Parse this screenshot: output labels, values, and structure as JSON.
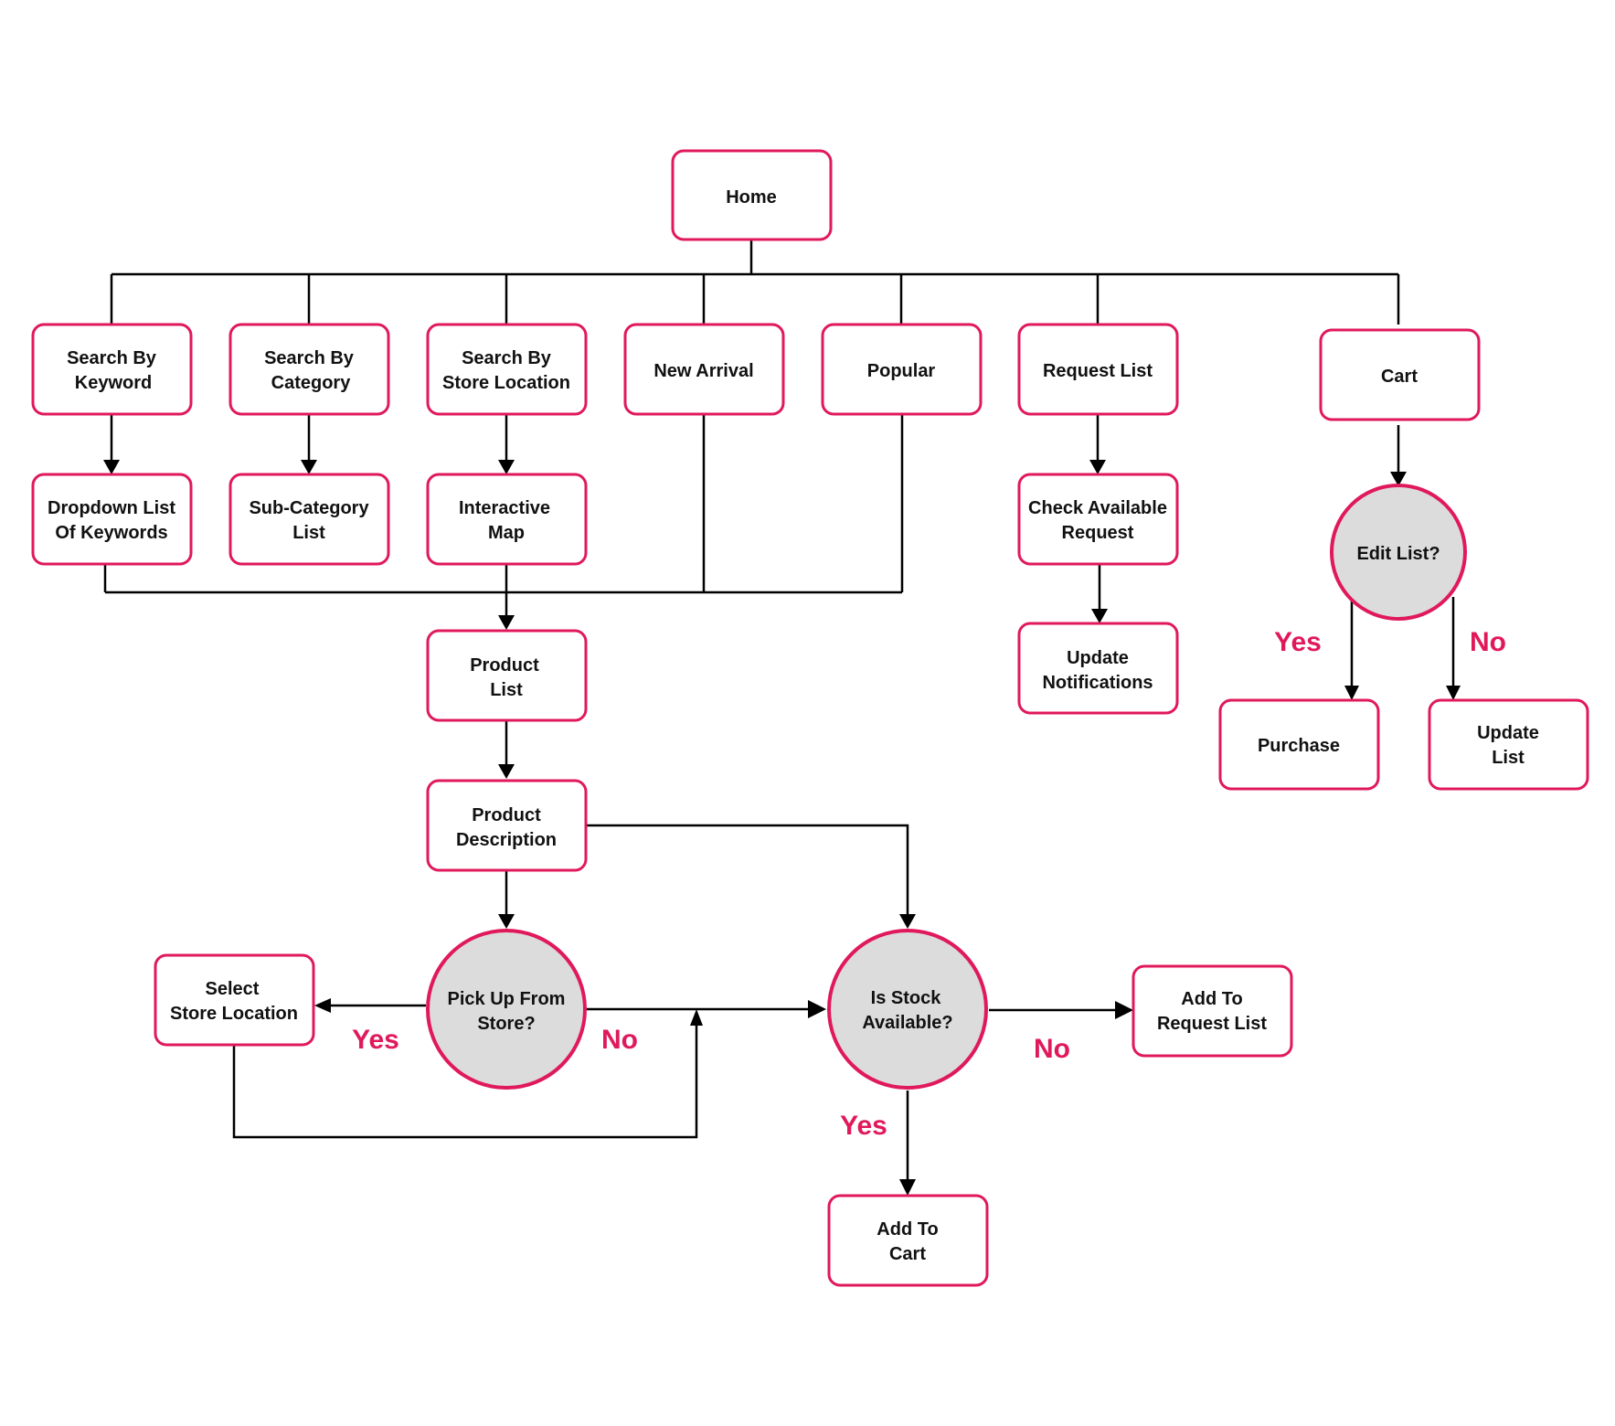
{
  "colors": {
    "accent": "#e0195b",
    "decision_fill": "#dcdcdc",
    "line": "#000000",
    "text": "#111111"
  },
  "nodes": {
    "home": "Home",
    "search_keyword": [
      "Search By",
      "Keyword"
    ],
    "search_category": [
      "Search By",
      "Category"
    ],
    "search_store": [
      "Search By",
      "Store Location"
    ],
    "new_arrival": "New Arrival",
    "popular": "Popular",
    "request_list": "Request List",
    "cart": "Cart",
    "dropdown_keywords": [
      "Dropdown List",
      "Of Keywords"
    ],
    "subcategory_list": [
      "Sub-Category",
      "List"
    ],
    "interactive_map": [
      "Interactive",
      "Map"
    ],
    "check_request": [
      "Check Available",
      "Request"
    ],
    "update_notifications": [
      "Update",
      "Notifications"
    ],
    "edit_list": "Edit List?",
    "purchase": "Purchase",
    "update_list": [
      "Update",
      "List"
    ],
    "product_list": [
      "Product",
      "List"
    ],
    "product_description": [
      "Product",
      "Description"
    ],
    "pickup_store": [
      "Pick Up From",
      "Store?"
    ],
    "select_store": [
      "Select",
      "Store Location"
    ],
    "stock_available": [
      "Is Stock",
      "Available?"
    ],
    "add_request_list": [
      "Add To",
      "Request List"
    ],
    "add_cart": [
      "Add To",
      "Cart"
    ]
  },
  "branches": {
    "pickup_yes": "Yes",
    "pickup_no": "No",
    "stock_no": "No",
    "stock_yes": "Yes",
    "edit_yes": "Yes",
    "edit_no": "No"
  }
}
